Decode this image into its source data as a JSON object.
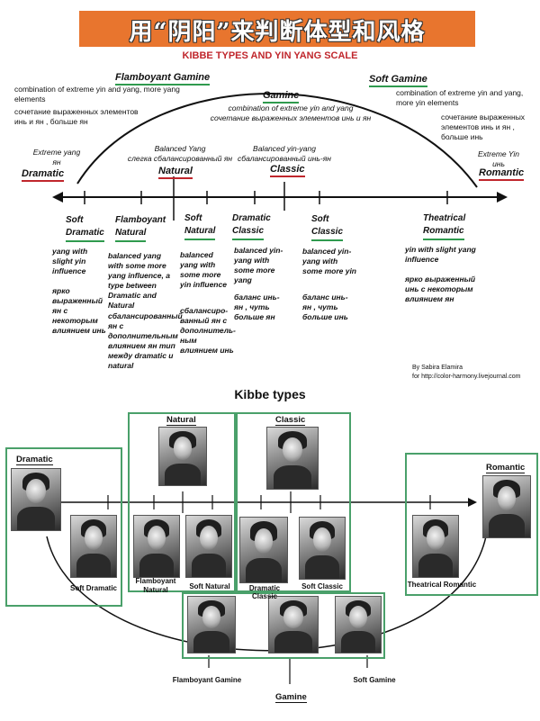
{
  "header": {
    "banner": "用“阴阳”来判断体型和风格",
    "subtitle": "KIBBE TYPES AND YIN YANG SCALE"
  },
  "scale": {
    "flamboyant_gamine": {
      "title": "Flamboyant Gamine",
      "en": "combination of extreme yin and yang, more yang elements",
      "ru": "сочетание выраженных элементов инь и ян , больше ян"
    },
    "gamine": {
      "title": "Gamine",
      "en": "combination of extreme yin and yang",
      "ru": "сочетание выраженных элементов инь и ян"
    },
    "soft_gamine": {
      "title": "Soft Gamine",
      "en": "combination of extreme yin and yang, more yin elements",
      "ru": "сочетание выраженных элементов инь и ян , больше инь"
    },
    "dramatic": {
      "en": "Extreme yang",
      "ru": "ян",
      "title": "Dramatic"
    },
    "natural": {
      "en": "Balanced Yang",
      "ru": "слегка сбалансированный ян",
      "title": "Natural"
    },
    "classic": {
      "en": "Balanced yin-yang",
      "ru": "сбалансированный инь-ян",
      "title": "Classic"
    },
    "romantic": {
      "en": "Extreme Yin",
      "ru": "инь",
      "title": "Romantic"
    }
  },
  "below": {
    "soft_dramatic": {
      "title1": "Soft",
      "title2": "Dramatic",
      "en": "yang with slight yin influence",
      "ru": "ярко выраженный ян с некоторым влиянием инь"
    },
    "flamboyant_natural": {
      "title1": "Flamboyant",
      "title2": "Natural",
      "en": "balanced yang with some more yang influence, a type between Dramatic and Natural",
      "ru": "сбалансированный ян с дополнительным влиянием ян тип между dramatic и natural"
    },
    "soft_natural": {
      "title1": "Soft",
      "title2": "Natural",
      "en": "balanced yang with some more yin influence",
      "ru": "сбалансиро-ванный ян с дополнитель-ным влиянием инь"
    },
    "dramatic_classic": {
      "title1": "Dramatic",
      "title2": "Classic",
      "en": "balanced yin-yang with some more yang",
      "ru": "баланс инь-ян , чуть больше ян"
    },
    "soft_classic": {
      "title1": "Soft",
      "title2": "Classic",
      "en": "balanced yin-yang with some more yin",
      "ru": "баланс инь-ян , чуть больше инь"
    },
    "theatrical_romantic": {
      "title1": "Theatrical",
      "title2": "Romantic",
      "en": "yin with slight yang influence",
      "ru": "ярко выраженный инь с некоторым влиянием ян"
    }
  },
  "credit": {
    "line1": "By Sabira Elamira",
    "line2": "for http://color-harmony.livejournal.com"
  },
  "types_section": {
    "title": "Kibbe types",
    "natural": "Natural",
    "classic": "Classic",
    "dramatic": "Dramatic",
    "romantic": "Romantic",
    "gamine": "Gamine",
    "soft_dramatic": "Soft Dramatic",
    "flamboyant_natural_1": "Flamboyant",
    "flamboyant_natural_2": "Natural",
    "soft_natural": "Soft Natural",
    "dramatic_classic": "Dramatic Classic",
    "soft_classic": "Soft Classic",
    "theatrical_romantic": "Theatrical Romantic",
    "flamboyant_gamine": "Flamboyant Gamine",
    "soft_gamine": "Soft Gamine"
  },
  "colors": {
    "banner": "#e8752e",
    "green": "#2f9a4e",
    "red": "#c0262c",
    "box": "#4aa06a"
  }
}
